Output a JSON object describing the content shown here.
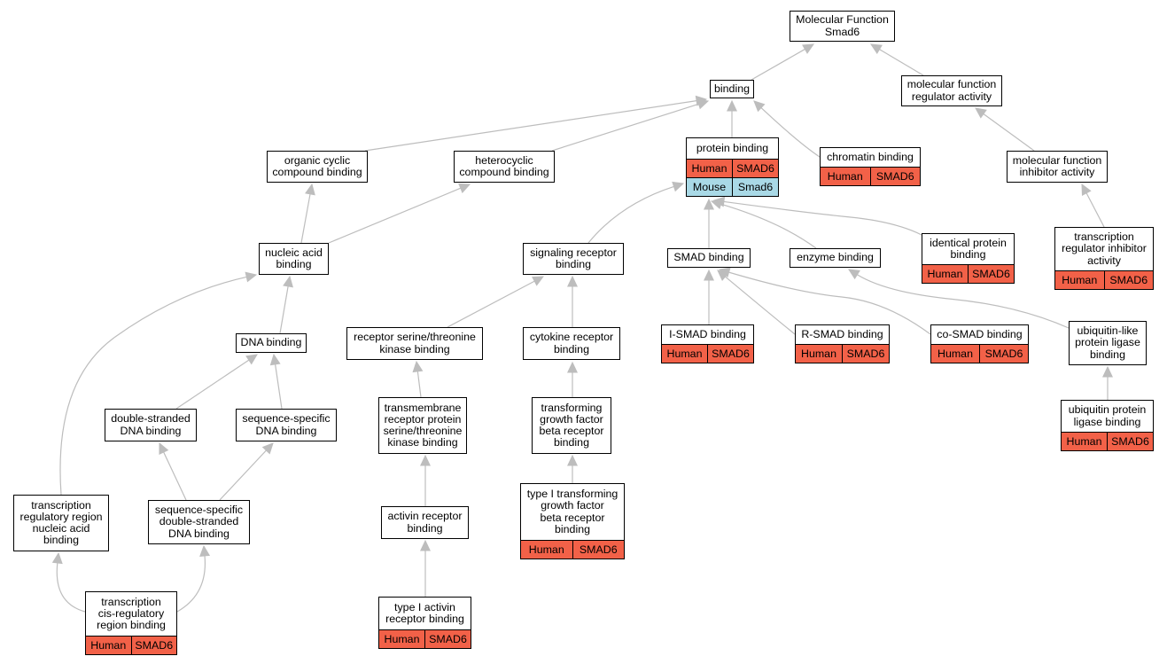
{
  "annotation_colors": {
    "Human": "#f26148",
    "Mouse": "#a9d9e6"
  },
  "nodes": [
    {
      "id": "mf",
      "label": "Molecular Function\nSmad6",
      "annotations": []
    },
    {
      "id": "binding",
      "label": "binding",
      "annotations": []
    },
    {
      "id": "mfra",
      "label": "molecular function\nregulator activity",
      "annotations": []
    },
    {
      "id": "occb",
      "label": "organic cyclic\ncompound binding",
      "annotations": []
    },
    {
      "id": "hcb",
      "label": "heterocyclic\ncompound binding",
      "annotations": []
    },
    {
      "id": "pb",
      "label": "protein binding",
      "annotations": [
        {
          "species": "Human",
          "gene": "SMAD6"
        },
        {
          "species": "Mouse",
          "gene": "Smad6"
        }
      ]
    },
    {
      "id": "chb",
      "label": "chromatin binding",
      "annotations": [
        {
          "species": "Human",
          "gene": "SMAD6"
        }
      ]
    },
    {
      "id": "mfia",
      "label": "molecular function\ninhibitor activity",
      "annotations": []
    },
    {
      "id": "nab",
      "label": "nucleic acid\nbinding",
      "annotations": []
    },
    {
      "id": "srb",
      "label": "signaling receptor\nbinding",
      "annotations": []
    },
    {
      "id": "smadb",
      "label": "SMAD binding",
      "annotations": []
    },
    {
      "id": "enzb",
      "label": "enzyme binding",
      "annotations": []
    },
    {
      "id": "ipb",
      "label": "identical protein\nbinding",
      "annotations": [
        {
          "species": "Human",
          "gene": "SMAD6"
        }
      ]
    },
    {
      "id": "tria",
      "label": "transcription\nregulator inhibitor\nactivity",
      "annotations": [
        {
          "species": "Human",
          "gene": "SMAD6"
        }
      ]
    },
    {
      "id": "dnab",
      "label": "DNA binding",
      "annotations": []
    },
    {
      "id": "rstkb",
      "label": "receptor serine/threonine\nkinase binding",
      "annotations": []
    },
    {
      "id": "crb",
      "label": "cytokine receptor\nbinding",
      "annotations": []
    },
    {
      "id": "ismad",
      "label": "I-SMAD binding",
      "annotations": [
        {
          "species": "Human",
          "gene": "SMAD6"
        }
      ]
    },
    {
      "id": "rsmad",
      "label": "R-SMAD binding",
      "annotations": [
        {
          "species": "Human",
          "gene": "SMAD6"
        }
      ]
    },
    {
      "id": "cosmad",
      "label": "co-SMAD binding",
      "annotations": [
        {
          "species": "Human",
          "gene": "SMAD6"
        }
      ]
    },
    {
      "id": "ulplb",
      "label": "ubiquitin-like\nprotein ligase\nbinding",
      "annotations": []
    },
    {
      "id": "dsdna",
      "label": "double-stranded\nDNA binding",
      "annotations": []
    },
    {
      "id": "ssdna",
      "label": "sequence-specific\nDNA binding",
      "annotations": []
    },
    {
      "id": "tmrp",
      "label": "transmembrane\nreceptor protein\nserine/threonine\nkinase binding",
      "annotations": []
    },
    {
      "id": "tgfbrb",
      "label": "transforming\ngrowth factor\nbeta receptor\nbinding",
      "annotations": []
    },
    {
      "id": "uplb",
      "label": "ubiquitin protein\nligase binding",
      "annotations": [
        {
          "species": "Human",
          "gene": "SMAD6"
        }
      ]
    },
    {
      "id": "trrnab",
      "label": "transcription\nregulatory region\nnucleic acid\nbinding",
      "annotations": []
    },
    {
      "id": "ssdsdna",
      "label": "sequence-specific\ndouble-stranded\nDNA binding",
      "annotations": []
    },
    {
      "id": "arb",
      "label": "activin receptor\nbinding",
      "annotations": []
    },
    {
      "id": "t1tgf",
      "label": "type I transforming\ngrowth factor\nbeta receptor\nbinding",
      "annotations": [
        {
          "species": "Human",
          "gene": "SMAD6"
        }
      ]
    },
    {
      "id": "tcrrb",
      "label": "transcription\ncis-regulatory\nregion binding",
      "annotations": [
        {
          "species": "Human",
          "gene": "SMAD6"
        }
      ]
    },
    {
      "id": "t1arb",
      "label": "type I activin\nreceptor binding",
      "annotations": [
        {
          "species": "Human",
          "gene": "SMAD6"
        }
      ]
    }
  ],
  "edges": [
    [
      "binding",
      "mf"
    ],
    [
      "mfra",
      "mf"
    ],
    [
      "occb",
      "binding"
    ],
    [
      "hcb",
      "binding"
    ],
    [
      "pb",
      "binding"
    ],
    [
      "chb",
      "binding"
    ],
    [
      "mfia",
      "mfra"
    ],
    [
      "tria",
      "mfia"
    ],
    [
      "nab",
      "occb"
    ],
    [
      "nab",
      "hcb"
    ],
    [
      "srb",
      "pb"
    ],
    [
      "smadb",
      "pb"
    ],
    [
      "enzb",
      "pb"
    ],
    [
      "ipb",
      "pb"
    ],
    [
      "dnab",
      "nab"
    ],
    [
      "trrnab",
      "nab"
    ],
    [
      "rstkb",
      "srb"
    ],
    [
      "crb",
      "srb"
    ],
    [
      "ismad",
      "smadb"
    ],
    [
      "rsmad",
      "smadb"
    ],
    [
      "cosmad",
      "smadb"
    ],
    [
      "ulplb",
      "enzb"
    ],
    [
      "uplb",
      "ulplb"
    ],
    [
      "dsdna",
      "dnab"
    ],
    [
      "ssdna",
      "dnab"
    ],
    [
      "ssdsdna",
      "dsdna"
    ],
    [
      "ssdsdna",
      "ssdna"
    ],
    [
      "tmrp",
      "rstkb"
    ],
    [
      "arb",
      "tmrp"
    ],
    [
      "t1arb",
      "arb"
    ],
    [
      "tgfbrb",
      "crb"
    ],
    [
      "t1tgf",
      "tgfbrb"
    ],
    [
      "tcrrb",
      "trrnab"
    ],
    [
      "tcrrb",
      "ssdsdna"
    ]
  ]
}
